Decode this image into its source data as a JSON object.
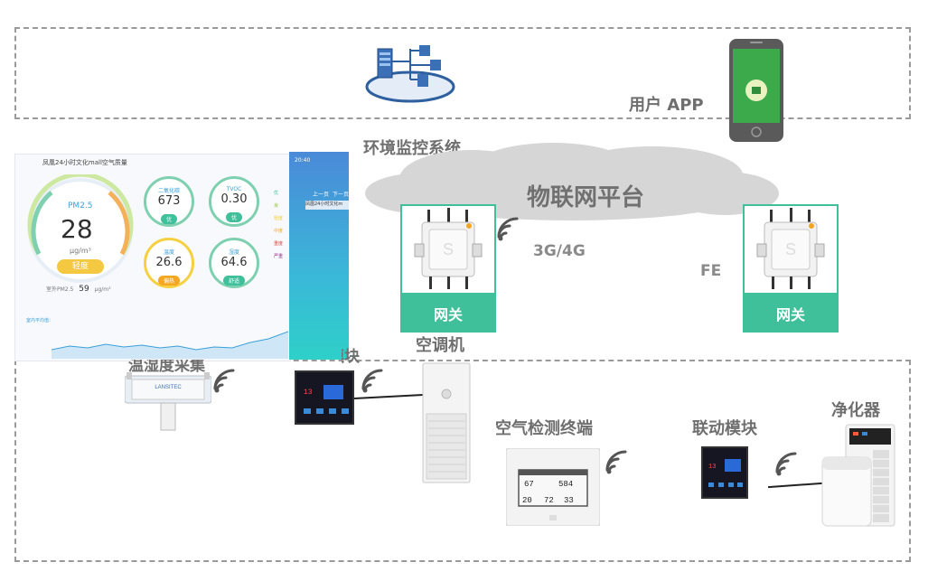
{
  "top_labels": {
    "user_app": "用户 APP",
    "env_system": "环境监控系统",
    "iot_platform": "物联网平台",
    "network_3g4g": "3G/4G",
    "fe": "FE"
  },
  "gateways": [
    {
      "label": "网关"
    },
    {
      "label": "网关"
    }
  ],
  "devices": {
    "temp_humidity": "温湿度采集",
    "module_left": "联动模块",
    "air_conditioner": "空调机",
    "air_terminal": "空气检测终端",
    "linkage_module": "联动模块",
    "purifier": "净化器"
  },
  "dashboard": {
    "title": "凤凰24小时文化mall空气质量",
    "pm25_label": "PM2.5",
    "pm25_value": "28",
    "pm25_unit": "μg/m³",
    "pm25_level": "轻度",
    "outdoor_label": "室外PM2.5",
    "outdoor_value": "59",
    "outdoor_unit": "μg/m³",
    "co2_label": "二氧化碳",
    "co2_value": "673",
    "co2_level": "优",
    "tvoc_label": "TVOC",
    "tvoc_value": "0.30",
    "tvoc_level": "优",
    "temp_label": "温度",
    "temp_value": "26.6",
    "temp_level": "偏热",
    "hum_label": "湿度",
    "hum_value": "64.6",
    "hum_level": "舒适",
    "scale_labels": [
      "优",
      "良",
      "轻度",
      "中度",
      "重度",
      "严重"
    ],
    "chart_legend": "室内平均值：",
    "chart_note": "室外PM2.5"
  },
  "phone_panel": {
    "time": "20:40",
    "prev": "上一页",
    "next": "下一页",
    "item": "凤凰24小时文化m"
  },
  "colors": {
    "gateway_green": "#3fbf9a",
    "dash_gray": "#9a9a9a",
    "cloud_gray": "#d6d6d6"
  }
}
